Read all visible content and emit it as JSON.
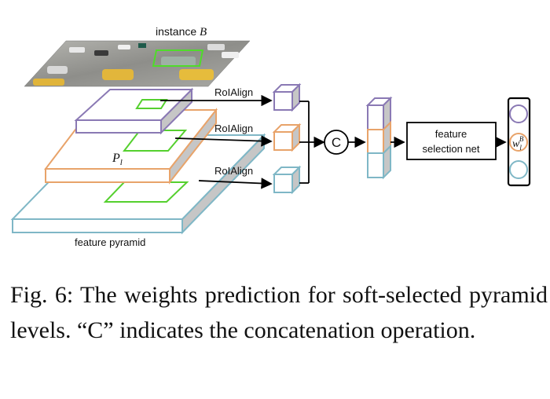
{
  "diagram": {
    "image_label_prefix": "instance",
    "image_label_var": "B",
    "roialign_labels": [
      "RoIAlign",
      "RoIAlign",
      "RoIAlign"
    ],
    "level_label_main": "P",
    "level_label_sub": "l",
    "concat_symbol": "C",
    "selection_net_line1": "feature",
    "selection_net_line2": "selection net",
    "weight_main": "w",
    "weight_sub": "l",
    "weight_sup": "B",
    "pyramid_label": "feature pyramid",
    "colors": {
      "top_level": "#8a79b4",
      "mid_level": "#e8a36a",
      "bottom_level": "#7fb7c6",
      "roi_box": "#55cc33",
      "side_fill": "#c8c8c8"
    }
  },
  "caption": {
    "text": "Fig. 6: The weights prediction for soft-selected pyramid levels. “C” indicates the concatenation operation."
  }
}
